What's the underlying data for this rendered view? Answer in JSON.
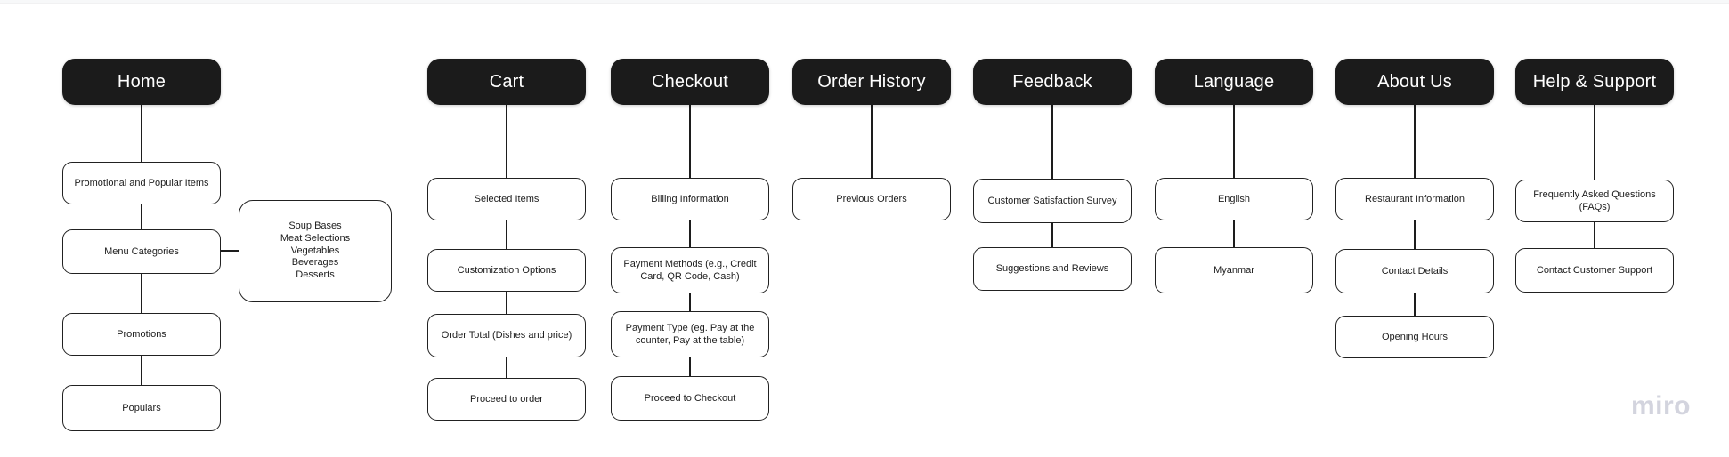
{
  "board": {
    "watermark": "miro",
    "colors": {
      "header_bg": "#1b1b1b",
      "header_text": "#ffffff",
      "node_border": "#212121",
      "node_text": "#1d1d1d",
      "connector": "#1d1d1d",
      "background": "#ffffff",
      "watermark_color": "#d3d4de"
    }
  },
  "columns": [
    {
      "title": "Home",
      "children": [
        "Promotional and Popular Items",
        "Menu Categories",
        "Promotions",
        "Populars"
      ]
    },
    {
      "title": "Cart",
      "children": [
        "Selected Items",
        "Customization Options",
        "Order Total (Dishes and price)",
        "Proceed to order"
      ]
    },
    {
      "title": "Checkout",
      "children": [
        "Billing Information",
        "Payment Methods (e.g., Credit Card, QR Code, Cash)",
        "Payment Type (eg. Pay at the counter, Pay at the table)",
        "Proceed to Checkout"
      ]
    },
    {
      "title": "Order History",
      "children": [
        "Previous Orders"
      ]
    },
    {
      "title": "Feedback",
      "children": [
        "Customer Satisfaction Survey",
        "Suggestions and Reviews"
      ]
    },
    {
      "title": "Language",
      "children": [
        "English",
        "Myanmar"
      ]
    },
    {
      "title": "About Us",
      "children": [
        "Restaurant Information",
        "Contact Details",
        "Opening Hours"
      ]
    },
    {
      "title": "Help & Support",
      "children": [
        "Frequently Asked Questions (FAQs)",
        "Contact Customer Support"
      ]
    }
  ],
  "menu_categories_note": {
    "lines": [
      "Soup Bases",
      "Meat Selections",
      "Vegetables",
      "Beverages",
      "Desserts"
    ]
  }
}
